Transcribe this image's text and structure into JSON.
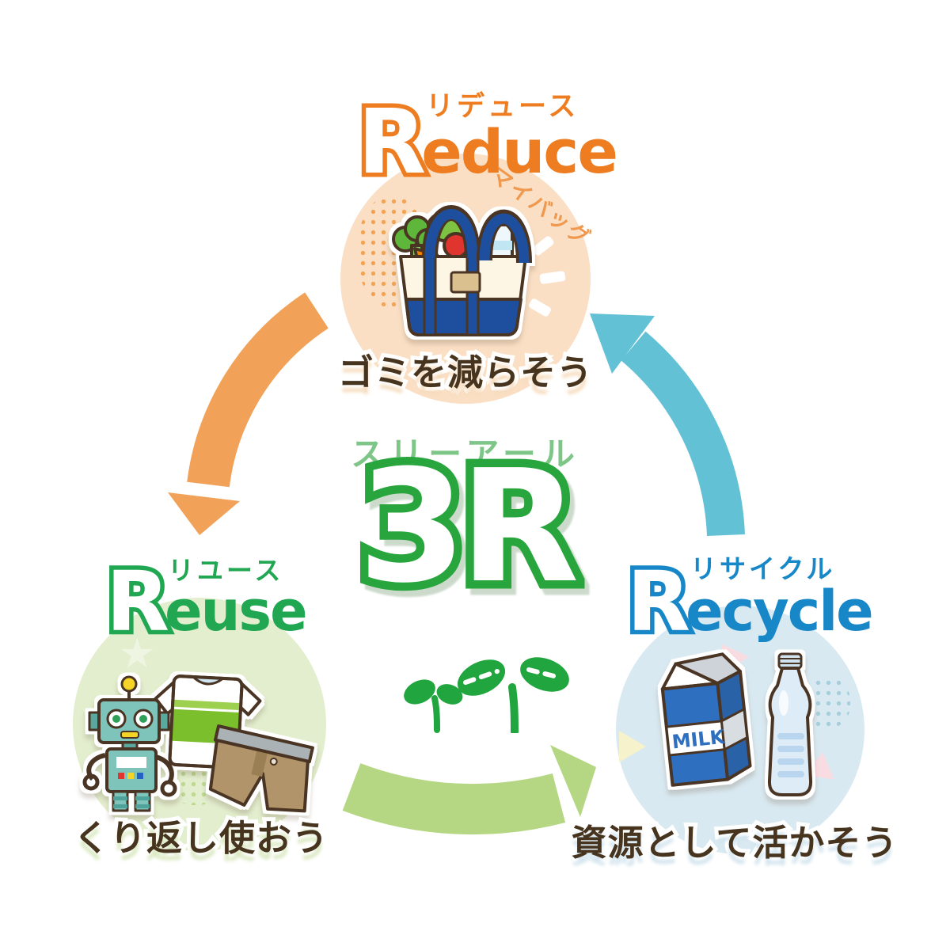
{
  "center": {
    "kana": "スリーアール",
    "label": "3R",
    "outline_color": "#29a53d",
    "kana_color": "#7ec687"
  },
  "nodes": {
    "reduce": {
      "kana": "リデュース",
      "initial": "R",
      "rest": "educe",
      "word": "Reduce",
      "caption": "ゴミを減らそう",
      "badge": "マイバッグ",
      "color": "#ed7d20",
      "circle_color": "#fadfc4",
      "illustration": "shopping-tote-bag-with-groceries"
    },
    "reuse": {
      "kana": "リユース",
      "initial": "R",
      "rest": "euse",
      "word": "Reuse",
      "caption": "くり返し使おう",
      "color": "#21a651",
      "circle_color": "#e2eecd",
      "illustration": "toy-robot-tshirt-shorts"
    },
    "recycle": {
      "kana": "リサイクル",
      "initial": "R",
      "rest": "ecycle",
      "word": "Recycle",
      "caption": "資源として活かそう",
      "milk_label": "MILK",
      "color": "#1787c8",
      "circle_color": "#d9e9f1",
      "illustration": "milk-carton-and-pet-bottle"
    }
  },
  "arrows": {
    "reduce_to_reuse_color": "#f1a258",
    "reuse_to_recycle_color": "#b5d783",
    "recycle_to_reduce_color": "#63c1d6"
  },
  "caption_text_color": "#47341f"
}
